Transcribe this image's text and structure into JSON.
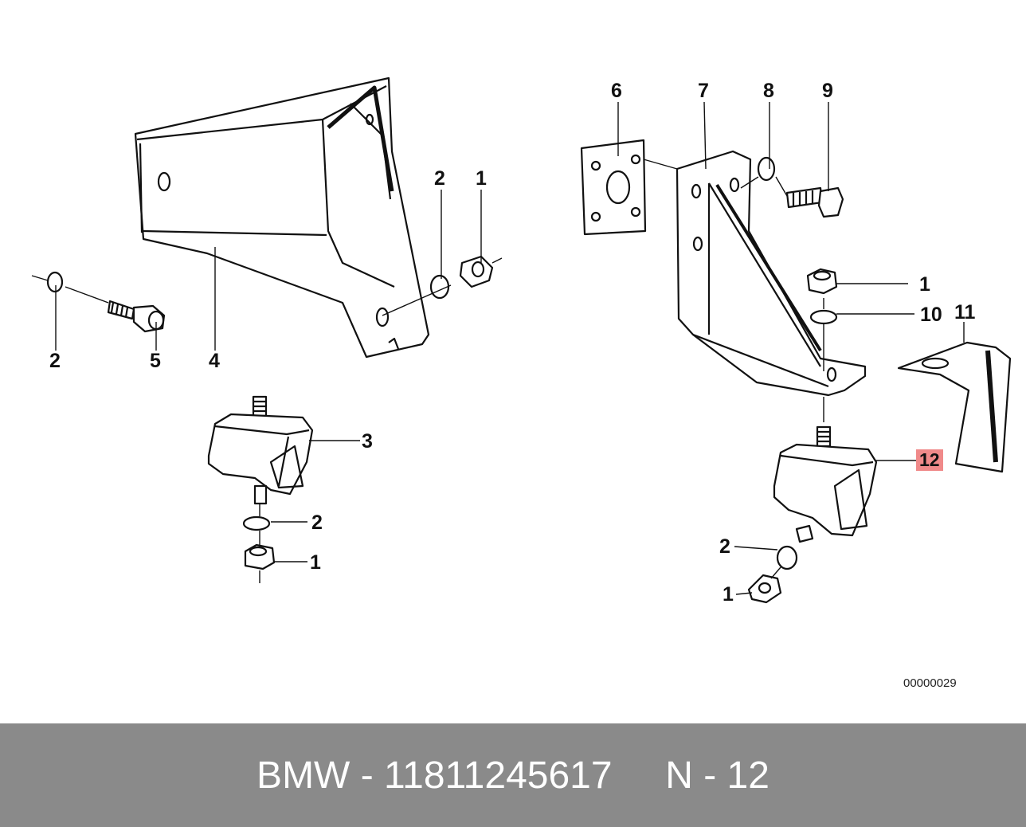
{
  "labels": {
    "l1": "6",
    "l2": "7",
    "l3": "8",
    "l4": "9",
    "l5": "2",
    "l6": "1",
    "l7": "2",
    "l8": "5",
    "l9": "4",
    "l10": "3",
    "l11": "2",
    "l12": "1",
    "l13": "1",
    "l14": "10",
    "l15": "11",
    "l16": "12",
    "l17": "2",
    "l18": "1"
  },
  "drawing_code": "00000029",
  "footer": {
    "brand": "BMW",
    "sep": " - ",
    "part_number": "11811245617",
    "gap": "     ",
    "position_label": "N - 12"
  },
  "colors": {
    "highlight": "#f08a8a",
    "footer_bg": "#8a8a8a"
  }
}
